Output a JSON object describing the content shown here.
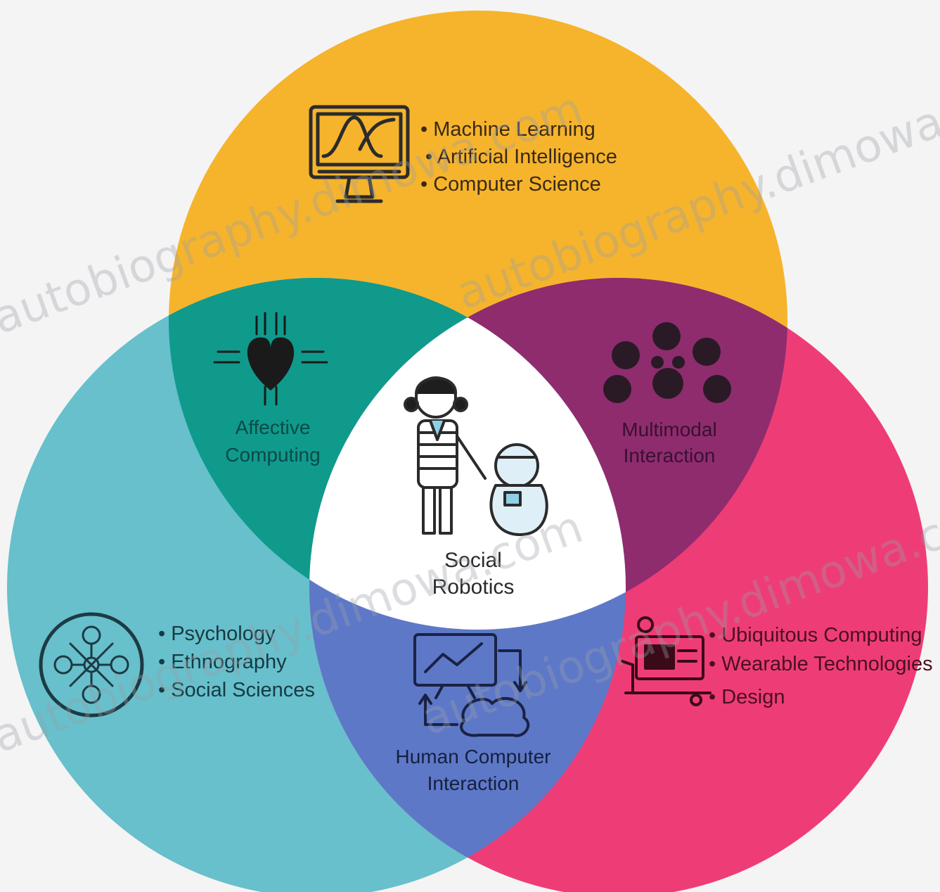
{
  "colors": {
    "background": "#f4f4f4",
    "top_circle": "#f6b42c",
    "left_circle": "#67c0cb",
    "right_circle": "#ee3d76",
    "affective_region": "#0f9a8c",
    "multimodal_region": "#8e2c6e",
    "hci_region": "#5e78c8",
    "center": "#ffffff"
  },
  "top_circle": {
    "icon": "monitor-graph-icon",
    "items": [
      "• Machine Learning",
      "• Artificial Intelligence",
      "• Computer Science"
    ]
  },
  "left_circle": {
    "icon": "brain-network-icon",
    "items": [
      "• Psychology",
      "• Ethnography",
      "• Social Sciences"
    ]
  },
  "right_circle": {
    "icon": "desk-workstation-icon",
    "items": [
      "• Ubiquitous Computing",
      "• Wearable Technologies",
      "• Design"
    ]
  },
  "overlap_top_left": {
    "icon": "circuit-heart-icon",
    "label_line1": "Affective",
    "label_line2": "Computing"
  },
  "overlap_top_right": {
    "icon": "multimodal-icons-cluster",
    "label_line1": "Multimodal",
    "label_line2": "Interaction"
  },
  "overlap_bottom": {
    "icon": "monitor-cloud-cycle-icon",
    "label_line1": "Human Computer",
    "label_line2": "Interaction"
  },
  "center": {
    "icon": "child-and-robot-icon",
    "label_line1": "Social",
    "label_line2": "Robotics"
  },
  "watermarks": [
    "autobiography.dimowa.com",
    "autobiography.dimowa.com",
    "autobiography.dimowa.com",
    "autobiography.dimowa.com"
  ]
}
